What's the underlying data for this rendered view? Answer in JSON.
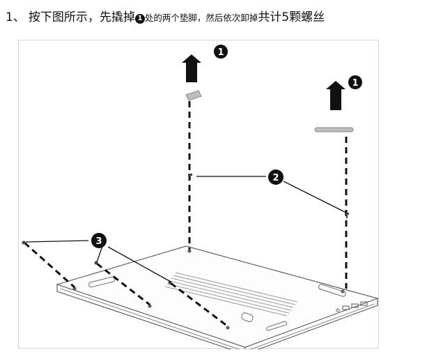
{
  "instruction": {
    "number": "1、",
    "text_large_1": "按下图所示，先撬掉",
    "badge": "1",
    "text_small": "处的两个垫脚，然后依次卸掉",
    "text_large_2": "共计5颗螺丝"
  },
  "figure": {
    "callouts": [
      "1",
      "1",
      "2",
      "3"
    ]
  }
}
